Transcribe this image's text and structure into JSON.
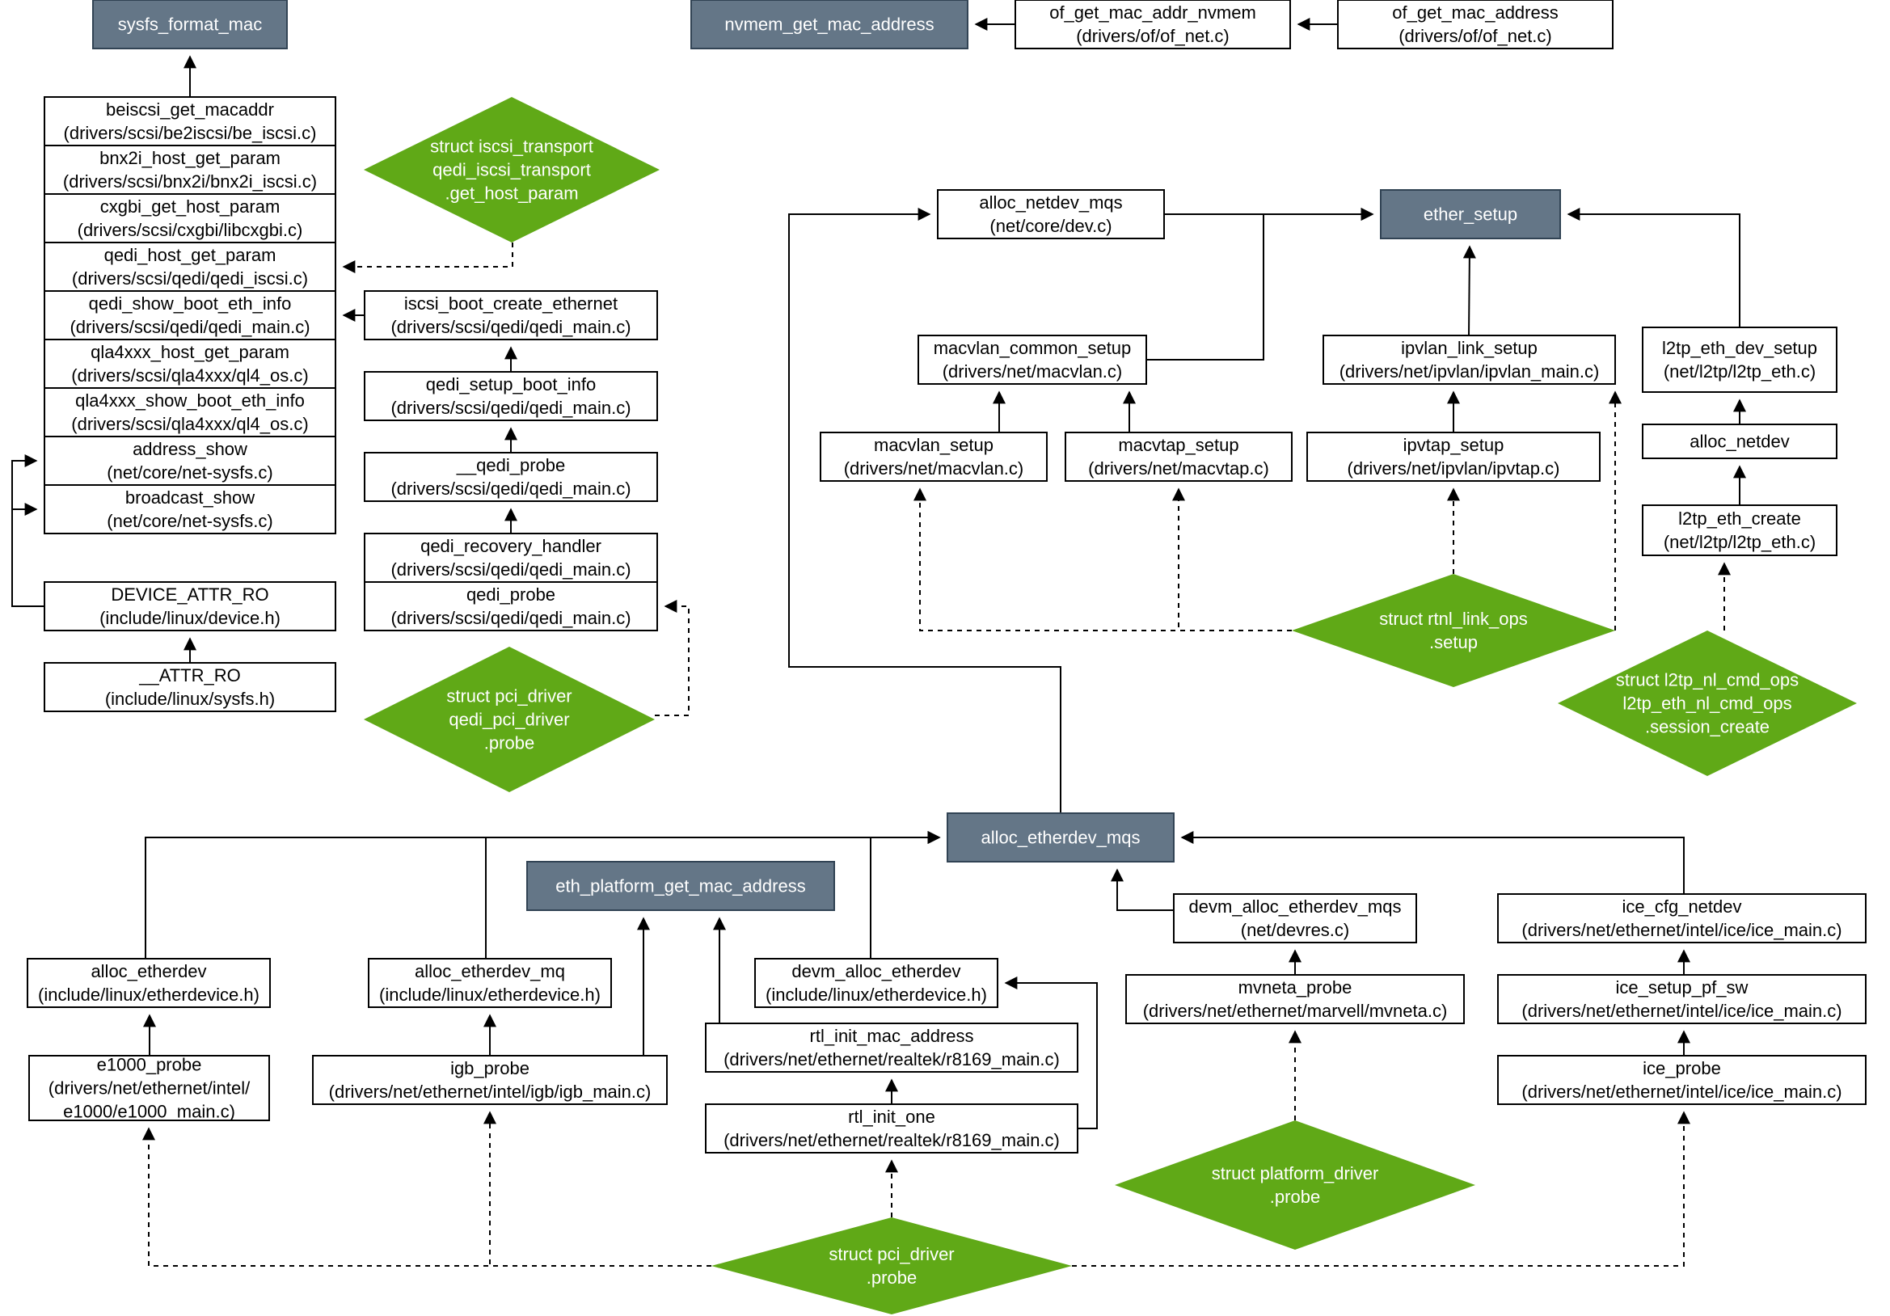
{
  "colors": {
    "header_fill": "#647687",
    "diamond_fill": "#60a917",
    "box_border": "#000000",
    "line": "#000000",
    "background": "#ffffff"
  },
  "nodes": [
    {
      "id": "sysfs_format_mac",
      "kind": "header",
      "lines": [
        "sysfs_format_mac"
      ]
    },
    {
      "id": "nvmem_get_mac_address",
      "kind": "header",
      "lines": [
        "nvmem_get_mac_address"
      ]
    },
    {
      "id": "of_get_mac_addr_nvmem",
      "kind": "box",
      "lines": [
        "of_get_mac_addr_nvmem",
        "(drivers/of/of_net.c)"
      ]
    },
    {
      "id": "of_get_mac_address",
      "kind": "box",
      "lines": [
        "of_get_mac_address",
        "(drivers/of/of_net.c)"
      ]
    },
    {
      "id": "beiscsi_get_macaddr",
      "kind": "box",
      "lines": [
        "beiscsi_get_macaddr",
        "(drivers/scsi/be2iscsi/be_iscsi.c)"
      ]
    },
    {
      "id": "bnx2i_host_get_param",
      "kind": "box",
      "lines": [
        "bnx2i_host_get_param",
        "(drivers/scsi/bnx2i/bnx2i_iscsi.c)"
      ]
    },
    {
      "id": "cxgbi_get_host_param",
      "kind": "box",
      "lines": [
        "cxgbi_get_host_param",
        "(drivers/scsi/cxgbi/libcxgbi.c)"
      ]
    },
    {
      "id": "qedi_host_get_param",
      "kind": "box",
      "lines": [
        "qedi_host_get_param",
        "(drivers/scsi/qedi/qedi_iscsi.c)"
      ]
    },
    {
      "id": "qedi_show_boot_eth_info",
      "kind": "box",
      "lines": [
        "qedi_show_boot_eth_info",
        "(drivers/scsi/qedi/qedi_main.c)"
      ]
    },
    {
      "id": "qla4xxx_host_get_param",
      "kind": "box",
      "lines": [
        "qla4xxx_host_get_param",
        "(drivers/scsi/qla4xxx/ql4_os.c)"
      ]
    },
    {
      "id": "qla4xxx_show_boot_eth_info",
      "kind": "box",
      "lines": [
        "qla4xxx_show_boot_eth_info",
        "(drivers/scsi/qla4xxx/ql4_os.c)"
      ]
    },
    {
      "id": "address_show",
      "kind": "box",
      "lines": [
        "address_show",
        "(net/core/net-sysfs.c)"
      ]
    },
    {
      "id": "broadcast_show",
      "kind": "box",
      "lines": [
        "broadcast_show",
        "(net/core/net-sysfs.c)"
      ]
    },
    {
      "id": "device_attr_ro",
      "kind": "box",
      "lines": [
        "DEVICE_ATTR_RO",
        "(include/linux/device.h)"
      ]
    },
    {
      "id": "attr_ro",
      "kind": "box",
      "lines": [
        "__ATTR_RO",
        "(include/linux/sysfs.h)"
      ]
    },
    {
      "id": "dia_iscsi_transport",
      "kind": "diamond",
      "lines": [
        "struct iscsi_transport",
        "qedi_iscsi_transport",
        ".get_host_param"
      ]
    },
    {
      "id": "iscsi_boot_create_ethernet",
      "kind": "box",
      "lines": [
        "iscsi_boot_create_ethernet",
        "(drivers/scsi/qedi/qedi_main.c)"
      ]
    },
    {
      "id": "qedi_setup_boot_info",
      "kind": "box",
      "lines": [
        "qedi_setup_boot_info",
        "(drivers/scsi/qedi/qedi_main.c)"
      ]
    },
    {
      "id": "qedi_probe_inner",
      "kind": "box",
      "lines": [
        "__qedi_probe",
        "(drivers/scsi/qedi/qedi_main.c)"
      ]
    },
    {
      "id": "qedi_recovery_handler",
      "kind": "box",
      "lines": [
        "qedi_recovery_handler",
        "(drivers/scsi/qedi/qedi_main.c)"
      ]
    },
    {
      "id": "qedi_probe",
      "kind": "box",
      "lines": [
        "qedi_probe",
        "(drivers/scsi/qedi/qedi_main.c)"
      ]
    },
    {
      "id": "dia_pci_driver_qedi",
      "kind": "diamond",
      "lines": [
        "struct pci_driver",
        "qedi_pci_driver",
        ".probe"
      ]
    },
    {
      "id": "alloc_netdev_mqs",
      "kind": "box",
      "lines": [
        "alloc_netdev_mqs",
        "(net/core/dev.c)"
      ]
    },
    {
      "id": "ether_setup",
      "kind": "header",
      "lines": [
        "ether_setup"
      ]
    },
    {
      "id": "macvlan_common_setup",
      "kind": "box",
      "lines": [
        "macvlan_common_setup",
        "(drivers/net/macvlan.c)"
      ]
    },
    {
      "id": "ipvlan_link_setup",
      "kind": "box",
      "lines": [
        "ipvlan_link_setup",
        "(drivers/net/ipvlan/ipvlan_main.c)"
      ]
    },
    {
      "id": "l2tp_eth_dev_setup",
      "kind": "box",
      "lines": [
        "l2tp_eth_dev_setup",
        "(net/l2tp/l2tp_eth.c)"
      ]
    },
    {
      "id": "macvlan_setup",
      "kind": "box",
      "lines": [
        "macvlan_setup",
        "(drivers/net/macvlan.c)"
      ]
    },
    {
      "id": "macvtap_setup",
      "kind": "box",
      "lines": [
        "macvtap_setup",
        "(drivers/net/macvtap.c)"
      ]
    },
    {
      "id": "ipvtap_setup",
      "kind": "box",
      "lines": [
        "ipvtap_setup",
        "(drivers/net/ipvlan/ipvtap.c)"
      ]
    },
    {
      "id": "alloc_netdev",
      "kind": "box",
      "lines": [
        "alloc_netdev"
      ]
    },
    {
      "id": "l2tp_eth_create",
      "kind": "box",
      "lines": [
        "l2tp_eth_create",
        "(net/l2tp/l2tp_eth.c)"
      ]
    },
    {
      "id": "dia_rtnl_link_ops",
      "kind": "diamond",
      "lines": [
        "struct rtnl_link_ops",
        ".setup"
      ]
    },
    {
      "id": "dia_l2tp_nl_cmd_ops",
      "kind": "diamond",
      "lines": [
        "struct l2tp_nl_cmd_ops",
        "l2tp_eth_nl_cmd_ops",
        ".session_create"
      ]
    },
    {
      "id": "alloc_etherdev_mqs",
      "kind": "header",
      "lines": [
        "alloc_etherdev_mqs"
      ]
    },
    {
      "id": "eth_platform_get_mac_address",
      "kind": "header",
      "lines": [
        "eth_platform_get_mac_address"
      ]
    },
    {
      "id": "alloc_etherdev",
      "kind": "box",
      "lines": [
        "alloc_etherdev",
        "(include/linux/etherdevice.h)"
      ]
    },
    {
      "id": "alloc_etherdev_mq",
      "kind": "box",
      "lines": [
        "alloc_etherdev_mq",
        "(include/linux/etherdevice.h)"
      ]
    },
    {
      "id": "devm_alloc_etherdev",
      "kind": "box",
      "lines": [
        "devm_alloc_etherdev",
        "(include/linux/etherdevice.h)"
      ]
    },
    {
      "id": "devm_alloc_etherdev_mqs",
      "kind": "box",
      "lines": [
        "devm_alloc_etherdev_mqs",
        "(net/devres.c)"
      ]
    },
    {
      "id": "ice_cfg_netdev",
      "kind": "box",
      "lines": [
        "ice_cfg_netdev",
        "(drivers/net/ethernet/intel/ice/ice_main.c)"
      ]
    },
    {
      "id": "e1000_probe",
      "kind": "box",
      "lines": [
        "e1000_probe",
        "(drivers/net/ethernet/intel/",
        "e1000/e1000_main.c)"
      ]
    },
    {
      "id": "igb_probe",
      "kind": "box",
      "lines": [
        "igb_probe",
        "(drivers/net/ethernet/intel/igb/igb_main.c)"
      ]
    },
    {
      "id": "rtl_init_mac_address",
      "kind": "box",
      "lines": [
        "rtl_init_mac_address",
        "(drivers/net/ethernet/realtek/r8169_main.c)"
      ]
    },
    {
      "id": "rtl_init_one",
      "kind": "box",
      "lines": [
        "rtl_init_one",
        "(drivers/net/ethernet/realtek/r8169_main.c)"
      ]
    },
    {
      "id": "mvneta_probe",
      "kind": "box",
      "lines": [
        "mvneta_probe",
        "(drivers/net/ethernet/marvell/mvneta.c)"
      ]
    },
    {
      "id": "ice_setup_pf_sw",
      "kind": "box",
      "lines": [
        "ice_setup_pf_sw",
        "(drivers/net/ethernet/intel/ice/ice_main.c)"
      ]
    },
    {
      "id": "ice_probe",
      "kind": "box",
      "lines": [
        "ice_probe",
        "(drivers/net/ethernet/intel/ice/ice_main.c)"
      ]
    },
    {
      "id": "dia_platform_driver",
      "kind": "diamond",
      "lines": [
        "struct platform_driver",
        ".probe"
      ]
    },
    {
      "id": "dia_pci_driver",
      "kind": "diamond",
      "lines": [
        "struct pci_driver",
        ".probe"
      ]
    }
  ],
  "edges": [
    {
      "from": "beiscsi_get_macaddr",
      "to": "sysfs_format_mac",
      "style": "solid"
    },
    {
      "from": "of_get_mac_addr_nvmem",
      "to": "nvmem_get_mac_address",
      "style": "solid"
    },
    {
      "from": "of_get_mac_address",
      "to": "of_get_mac_addr_nvmem",
      "style": "solid"
    },
    {
      "from": "device_attr_ro",
      "to": "address_show",
      "style": "solid"
    },
    {
      "from": "device_attr_ro",
      "to": "broadcast_show",
      "style": "solid"
    },
    {
      "from": "attr_ro",
      "to": "device_attr_ro",
      "style": "solid"
    },
    {
      "from": "dia_iscsi_transport",
      "to": "qedi_host_get_param",
      "style": "dashed"
    },
    {
      "from": "iscsi_boot_create_ethernet",
      "to": "qedi_show_boot_eth_info",
      "style": "solid"
    },
    {
      "from": "qedi_setup_boot_info",
      "to": "iscsi_boot_create_ethernet",
      "style": "solid"
    },
    {
      "from": "qedi_probe_inner",
      "to": "qedi_setup_boot_info",
      "style": "solid"
    },
    {
      "from": "qedi_recovery_handler",
      "to": "qedi_probe_inner",
      "style": "solid"
    },
    {
      "from": "dia_pci_driver_qedi",
      "to": "qedi_probe",
      "style": "dashed"
    },
    {
      "from": "alloc_netdev_mqs",
      "to": "ether_setup",
      "style": "solid"
    },
    {
      "from": "macvlan_common_setup",
      "to": "ether_setup",
      "style": "solid"
    },
    {
      "from": "ipvlan_link_setup",
      "to": "ether_setup",
      "style": "solid"
    },
    {
      "from": "l2tp_eth_dev_setup",
      "to": "ether_setup",
      "style": "solid"
    },
    {
      "from": "macvlan_setup",
      "to": "macvlan_common_setup",
      "style": "solid"
    },
    {
      "from": "macvtap_setup",
      "to": "macvlan_common_setup",
      "style": "solid"
    },
    {
      "from": "ipvtap_setup",
      "to": "ipvlan_link_setup",
      "style": "solid"
    },
    {
      "from": "alloc_netdev",
      "to": "l2tp_eth_dev_setup",
      "style": "solid"
    },
    {
      "from": "l2tp_eth_create",
      "to": "alloc_netdev",
      "style": "solid"
    },
    {
      "from": "dia_rtnl_link_ops",
      "to": "macvlan_setup",
      "style": "dashed"
    },
    {
      "from": "dia_rtnl_link_ops",
      "to": "macvtap_setup",
      "style": "dashed"
    },
    {
      "from": "dia_rtnl_link_ops",
      "to": "ipvtap_setup",
      "style": "dashed"
    },
    {
      "from": "dia_rtnl_link_ops",
      "to": "ipvlan_link_setup",
      "style": "dashed"
    },
    {
      "from": "dia_l2tp_nl_cmd_ops",
      "to": "l2tp_eth_create",
      "style": "dashed"
    },
    {
      "from": "alloc_etherdev_mqs",
      "to": "alloc_netdev_mqs",
      "style": "solid"
    },
    {
      "from": "alloc_etherdev",
      "to": "alloc_etherdev_mqs",
      "style": "solid"
    },
    {
      "from": "alloc_etherdev_mq",
      "to": "alloc_etherdev_mqs",
      "style": "solid"
    },
    {
      "from": "devm_alloc_etherdev",
      "to": "alloc_etherdev_mqs",
      "style": "solid"
    },
    {
      "from": "devm_alloc_etherdev_mqs",
      "to": "alloc_etherdev_mqs",
      "style": "solid"
    },
    {
      "from": "ice_cfg_netdev",
      "to": "alloc_etherdev_mqs",
      "style": "solid"
    },
    {
      "from": "e1000_probe",
      "to": "alloc_etherdev",
      "style": "solid"
    },
    {
      "from": "igb_probe",
      "to": "alloc_etherdev_mq",
      "style": "solid"
    },
    {
      "from": "igb_probe",
      "to": "eth_platform_get_mac_address",
      "style": "solid"
    },
    {
      "from": "rtl_init_mac_address",
      "to": "eth_platform_get_mac_address",
      "style": "solid"
    },
    {
      "from": "rtl_init_one",
      "to": "rtl_init_mac_address",
      "style": "solid"
    },
    {
      "from": "rtl_init_one",
      "to": "devm_alloc_etherdev",
      "style": "solid"
    },
    {
      "from": "mvneta_probe",
      "to": "devm_alloc_etherdev_mqs",
      "style": "solid"
    },
    {
      "from": "ice_setup_pf_sw",
      "to": "ice_cfg_netdev",
      "style": "solid"
    },
    {
      "from": "ice_probe",
      "to": "ice_setup_pf_sw",
      "style": "solid"
    },
    {
      "from": "dia_platform_driver",
      "to": "mvneta_probe",
      "style": "dashed"
    },
    {
      "from": "dia_pci_driver",
      "to": "e1000_probe",
      "style": "dashed"
    },
    {
      "from": "dia_pci_driver",
      "to": "igb_probe",
      "style": "dashed"
    },
    {
      "from": "dia_pci_driver",
      "to": "rtl_init_one",
      "style": "dashed"
    },
    {
      "from": "dia_pci_driver",
      "to": "ice_probe",
      "style": "dashed"
    }
  ]
}
